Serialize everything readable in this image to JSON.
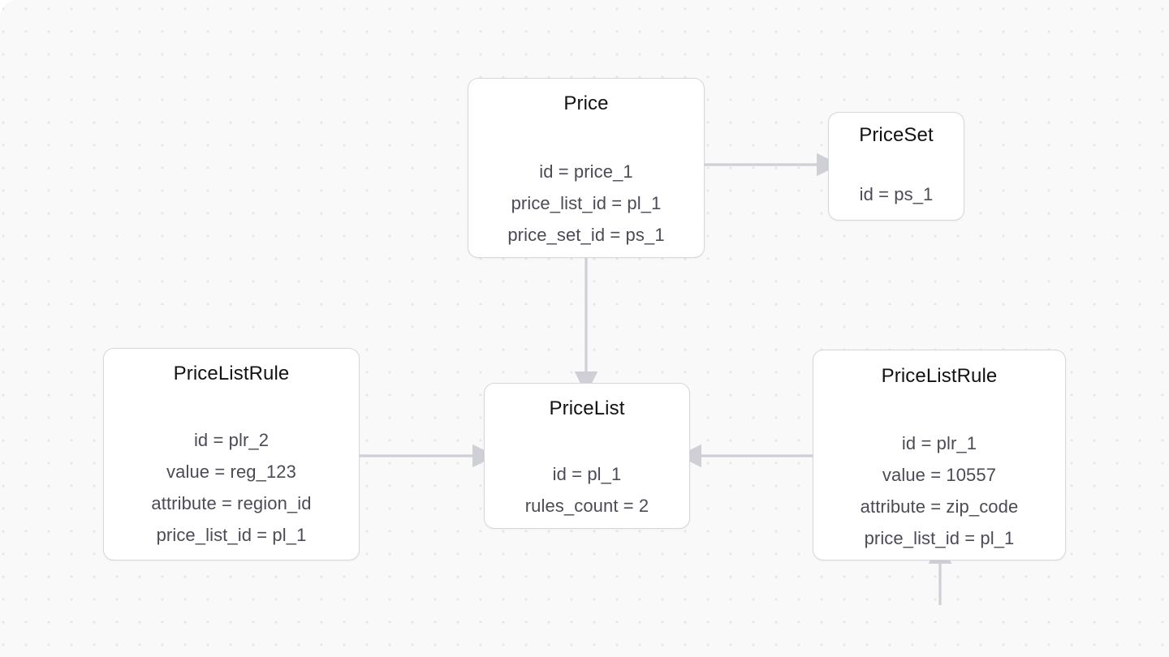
{
  "canvas": {
    "background_color": "#f9f9fa",
    "dot_color": "#e6e6e9",
    "node_fill": "#ffffff",
    "node_border_color": "#d6d6dc",
    "edge_color": "#cfcfd6",
    "title_color": "#121214",
    "field_color": "#4b4b57"
  },
  "nodes": {
    "price": {
      "title": "Price",
      "fields": [
        "id = price_1",
        "price_list_id = pl_1",
        "price_set_id = ps_1"
      ]
    },
    "priceset": {
      "title": "PriceSet",
      "fields": [
        "id = ps_1"
      ]
    },
    "pricelist": {
      "title": "PriceList",
      "fields": [
        "id = pl_1",
        "rules_count = 2"
      ]
    },
    "plr_left": {
      "title": "PriceListRule",
      "fields": [
        "id = plr_2",
        "value = reg_123",
        "attribute = region_id",
        "price_list_id = pl_1"
      ]
    },
    "plr_right": {
      "title": "PriceListRule",
      "fields": [
        "id = plr_1",
        "value = 10557",
        "attribute = zip_code",
        "price_list_id = pl_1"
      ]
    }
  },
  "edges": [
    {
      "id": "price-to-priceset",
      "from": "price",
      "to": "priceset",
      "direction": "right"
    },
    {
      "id": "price-to-pricelist",
      "from": "price",
      "to": "pricelist",
      "direction": "down"
    },
    {
      "id": "plr-left-to-pricelist",
      "from": "plr_left",
      "to": "pricelist",
      "direction": "right"
    },
    {
      "id": "plr-right-to-pricelist",
      "from": "plr_right",
      "to": "pricelist",
      "direction": "left"
    },
    {
      "id": "into-plr-right",
      "from": "offscreen",
      "to": "plr_right",
      "direction": "up"
    }
  ]
}
